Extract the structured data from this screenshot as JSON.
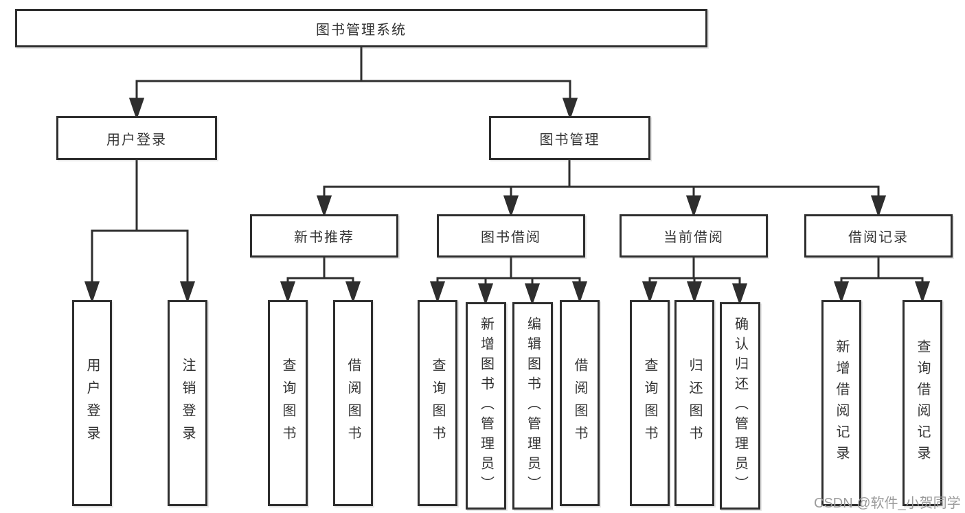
{
  "tree": {
    "label": "图书管理系统",
    "children": [
      {
        "label": "用户登录",
        "children": [
          {
            "label": "用户登录"
          },
          {
            "label": "注销登录"
          }
        ]
      },
      {
        "label": "图书管理",
        "children": [
          {
            "label": "新书推荐",
            "children": [
              {
                "label": "查询图书"
              },
              {
                "label": "借阅图书"
              }
            ]
          },
          {
            "label": "图书借阅",
            "children": [
              {
                "label": "查询图书"
              },
              {
                "label": "新增图书（管理员）"
              },
              {
                "label": "编辑图书（管理员）"
              },
              {
                "label": "借阅图书"
              }
            ]
          },
          {
            "label": "当前借阅",
            "children": [
              {
                "label": "查询图书"
              },
              {
                "label": "归还图书"
              },
              {
                "label": "确认归还（管理员）"
              }
            ]
          },
          {
            "label": "借阅记录",
            "children": [
              {
                "label": "新增借阅记录"
              },
              {
                "label": "查询借阅记录"
              }
            ]
          }
        ]
      }
    ]
  },
  "watermark": {
    "text": "CSDN @软件_小贺同学"
  },
  "colors": {
    "line": "#2e2e2e",
    "text": "#333333",
    "watermark": "#9c9c9c",
    "background": "#ffffff"
  }
}
